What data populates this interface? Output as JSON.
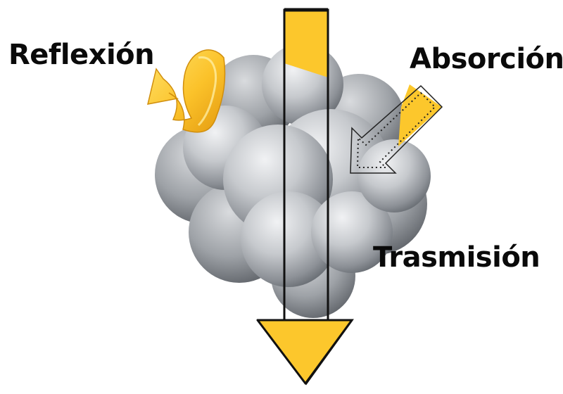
{
  "labels": {
    "reflection": "Reflexión",
    "absorption": "Absorción",
    "transmission": "Trasmisión"
  },
  "colors": {
    "arrow_fill": "#FCC72C",
    "arrow_dark": "#E8A514",
    "outline": "#111111",
    "cloud_light": "#DDDFE2",
    "cloud_mid": "#A8ACB1",
    "cloud_dark": "#5E6368"
  },
  "icons": [
    "cloud-icon",
    "reflection-arrow-icon",
    "absorption-arrow-icon",
    "transmission-arrow-icon"
  ]
}
